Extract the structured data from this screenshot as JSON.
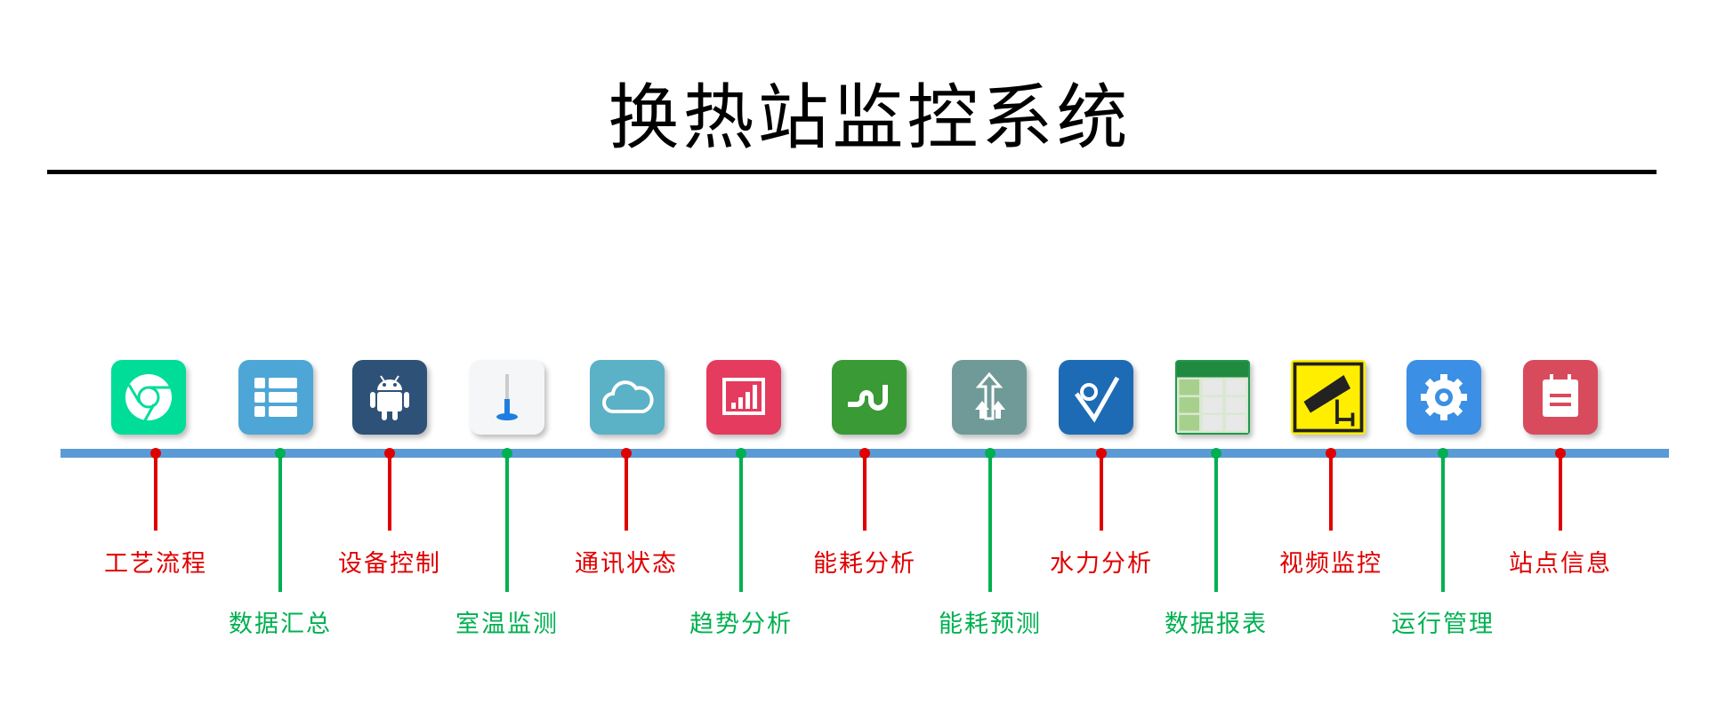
{
  "title": "换热站监控系统",
  "colors": {
    "red": "#e00000",
    "green": "#00b050",
    "bar": "#5b9bd5"
  },
  "items": [
    {
      "label": "工艺流程",
      "icon": "chrome-icon",
      "color": "red",
      "bg": "#00dd99"
    },
    {
      "label": "数据汇总",
      "icon": "list-icon",
      "color": "green",
      "bg": "#4ea6d6"
    },
    {
      "label": "设备控制",
      "icon": "android-icon",
      "color": "red",
      "bg": "#2e5277"
    },
    {
      "label": "室温监测",
      "icon": "thermometer-icon",
      "color": "green",
      "bg": "#f4f6f8"
    },
    {
      "label": "通讯状态",
      "icon": "cloud-icon",
      "color": "red",
      "bg": "#5bb1c6"
    },
    {
      "label": "趋势分析",
      "icon": "bar-chart-icon",
      "color": "green",
      "bg": "#e43b5f"
    },
    {
      "label": "能耗分析",
      "icon": "stumbleupon-icon",
      "color": "red",
      "bg": "#3a9a36"
    },
    {
      "label": "能耗预测",
      "icon": "arrows-up-icon",
      "color": "green",
      "bg": "#6f9a98"
    },
    {
      "label": "水力分析",
      "icon": "checkmark-icon",
      "color": "red",
      "bg": "#1e6bb5"
    },
    {
      "label": "数据报表",
      "icon": "spreadsheet-icon",
      "color": "green",
      "bg": "#1f9a4a"
    },
    {
      "label": "视频监控",
      "icon": "camera-icon",
      "color": "red",
      "bg": "#ffee00"
    },
    {
      "label": "运行管理",
      "icon": "gear-icon",
      "color": "green",
      "bg": "#3b8fe4"
    },
    {
      "label": "站点信息",
      "icon": "calendar-icon",
      "color": "red",
      "bg": "#d84b5c"
    }
  ]
}
